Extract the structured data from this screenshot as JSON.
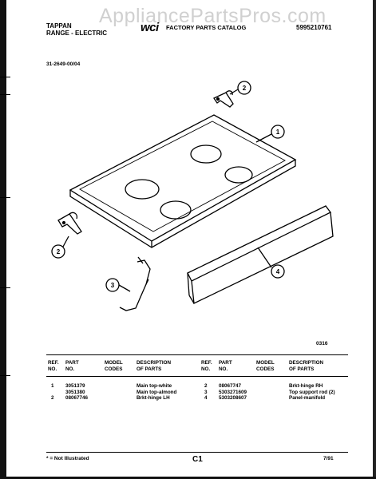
{
  "watermark": "AppliancePartsPros.com",
  "header": {
    "brand": "TAPPAN",
    "product": "RANGE - ELECTRIC",
    "logo": "wci",
    "catalog_title": "FACTORY PARTS CATALOG",
    "catalog_number": "5995210761",
    "model_number": "31-2649-00/04"
  },
  "diagram": {
    "callouts": [
      "1",
      "2",
      "2",
      "3",
      "4"
    ],
    "figure_code": "0316"
  },
  "table": {
    "headers": {
      "ref_no": [
        "REF.",
        "NO."
      ],
      "part_no": [
        "PART",
        "NO."
      ],
      "model_codes": [
        "MODEL",
        "CODES"
      ],
      "description": [
        "DESCRIPTION",
        "OF PARTS"
      ]
    },
    "left_rows": [
      {
        "ref": "1",
        "part": "3051379",
        "model": "",
        "desc": "Main top-white"
      },
      {
        "ref": "",
        "part": "3051380",
        "model": "",
        "desc": "Main top-almond"
      },
      {
        "ref": "2",
        "part": "08067746",
        "model": "",
        "desc": "Brkt-hinge LH"
      }
    ],
    "right_rows": [
      {
        "ref": "2",
        "part": "08067747",
        "model": "",
        "desc": "Brkt-hinge RH"
      },
      {
        "ref": "3",
        "part": "5303271609",
        "model": "",
        "desc": "Top support rod (2)"
      },
      {
        "ref": "4",
        "part": "5303208607",
        "model": "",
        "desc": "Panel-manifold"
      }
    ]
  },
  "footer": {
    "note": "* = Not Illustrated",
    "page": "C1",
    "date": "7/91"
  }
}
